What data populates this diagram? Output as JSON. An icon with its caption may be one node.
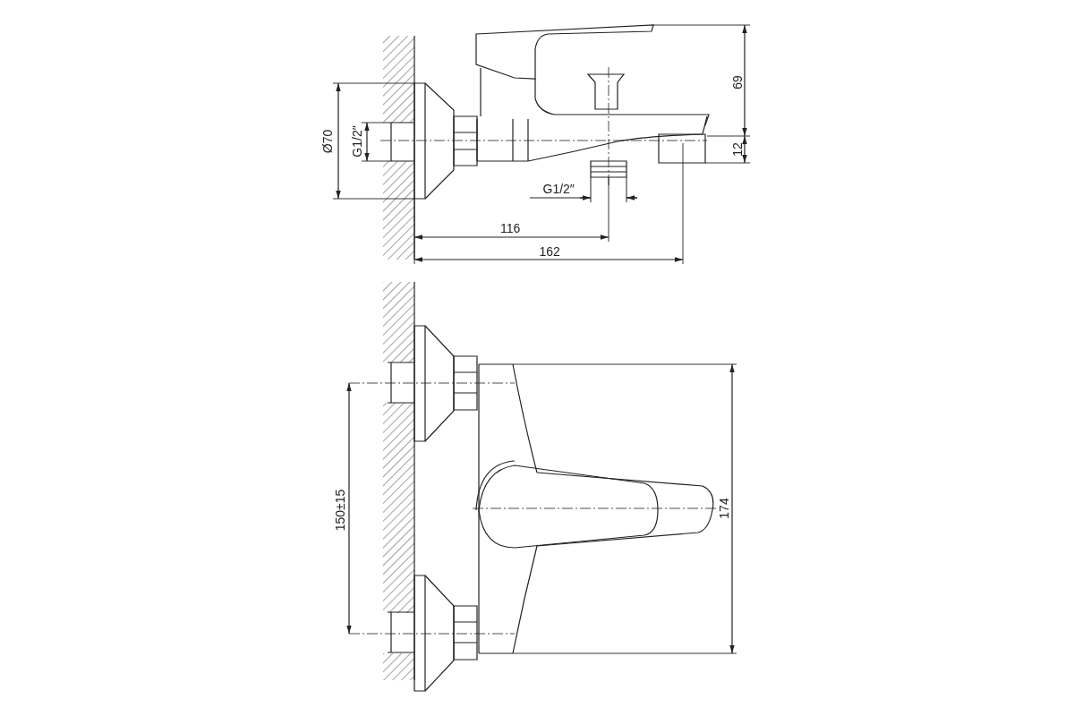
{
  "diagram": {
    "labels": [
      "69",
      "Ø70",
      "G1/2″",
      "12",
      "G1/2″",
      "116",
      "162",
      "150±15",
      "174"
    ]
  }
}
